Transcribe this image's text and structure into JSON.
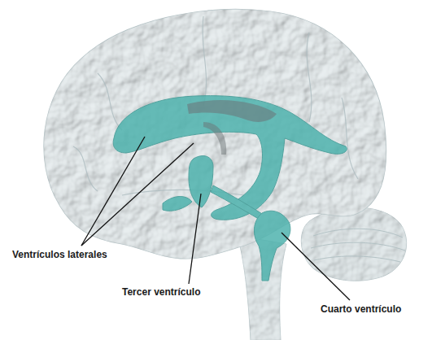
{
  "diagram": {
    "labels": [
      "Ventrículos laterales",
      "Tercer ventrículo",
      "Cuarto ventrículo"
    ]
  }
}
